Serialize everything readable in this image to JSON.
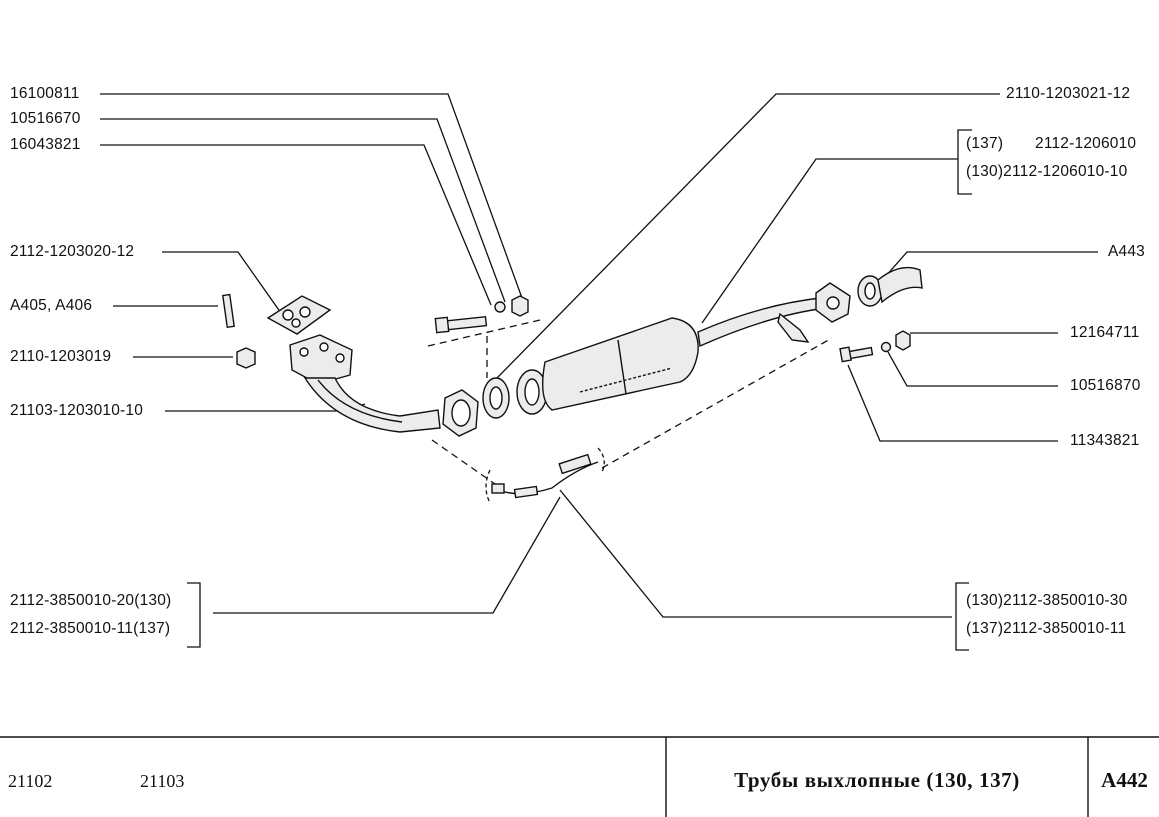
{
  "labels": {
    "p16100811": "16100811",
    "p10516670": "10516670",
    "p16043821": "16043821",
    "p2112_1203020_12": "2112-1203020-12",
    "pA405_A406": "A405, A406",
    "p2110_1203019": "2110-1203019",
    "p21103_1203010_10": "21103-1203010-10",
    "p2110_1203021_12": "2110-1203021-12",
    "p137_muffler": "(137)",
    "p137_muffler_num": "2112-1206010",
    "p130_muffler": "(130)2112-1206010-10",
    "pA443": "A443",
    "p12164711": "12164711",
    "p10516870": "10516870",
    "p11343821": "11343821",
    "p_sensor_130_left": "2112-3850010-20(130)",
    "p_sensor_137_left": "2112-3850010-11(137)",
    "p_sensor_130_right": "(130)2112-3850010-30",
    "p_sensor_137_right": "(137)2112-3850010-11"
  },
  "footer": {
    "model_1": "21102",
    "model_2": "21103",
    "title": "Трубы выхлопные (130, 137)",
    "code": "A442"
  },
  "colors": {
    "ink": "#111111",
    "background": "#ffffff",
    "part_fill": "#ececec"
  }
}
